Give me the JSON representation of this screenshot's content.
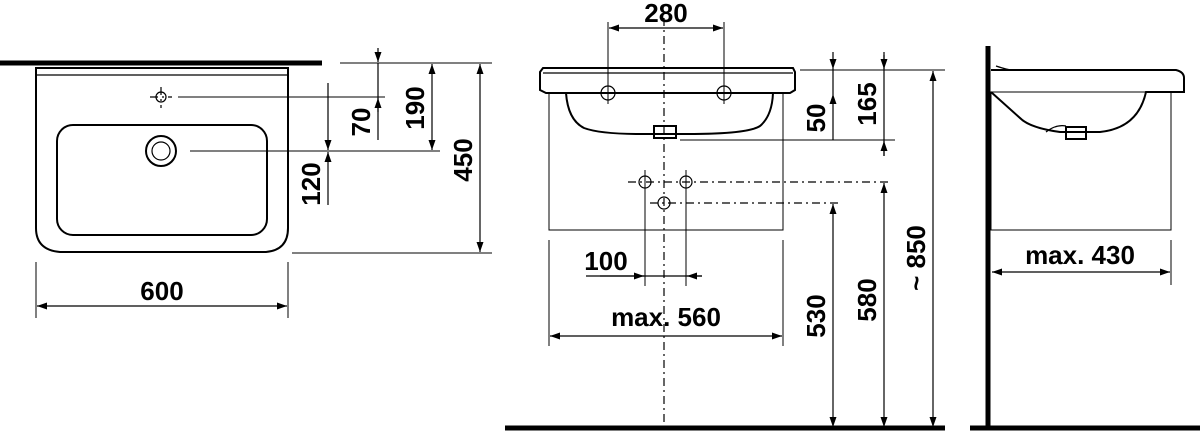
{
  "dimensions": {
    "top_view": {
      "width": "600",
      "depth": "450",
      "tap_hole_offset": "70",
      "drain_offset": "190",
      "drain_to_front": "120"
    },
    "front_view": {
      "tap_spacing": "280",
      "rim_height": "50",
      "drain_depth": "165",
      "waste_spacing": "100",
      "cabinet_width": "max. 560",
      "waste_height_low": "530",
      "waste_height_high": "580",
      "rim_height_floor": "~ 850"
    },
    "side_view": {
      "cabinet_depth": "max. 430"
    }
  }
}
